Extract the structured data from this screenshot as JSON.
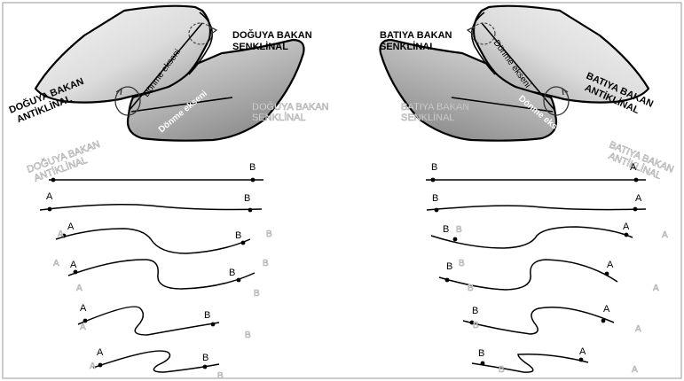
{
  "fold_labels": {
    "east_syncline": [
      "DOĞUYA BAKAN",
      "SENKLİNAL"
    ],
    "east_anticline": [
      "DOĞUYA BAKAN",
      "ANTİKLİNAL"
    ],
    "west_syncline": [
      "BATIYA BAKAN",
      "SENKLİNAL"
    ],
    "west_anticline": [
      "BATIYA BAKAN",
      "ANTİKLİNAL"
    ]
  },
  "rotation_axis": "Dönme ekseni",
  "points": {
    "a": "A",
    "b": "B"
  },
  "colors": {
    "shade_light": "#ededed",
    "shade_dark": "#9c9c9c",
    "ink": "#000000",
    "ghost": "#a8a8a8"
  }
}
